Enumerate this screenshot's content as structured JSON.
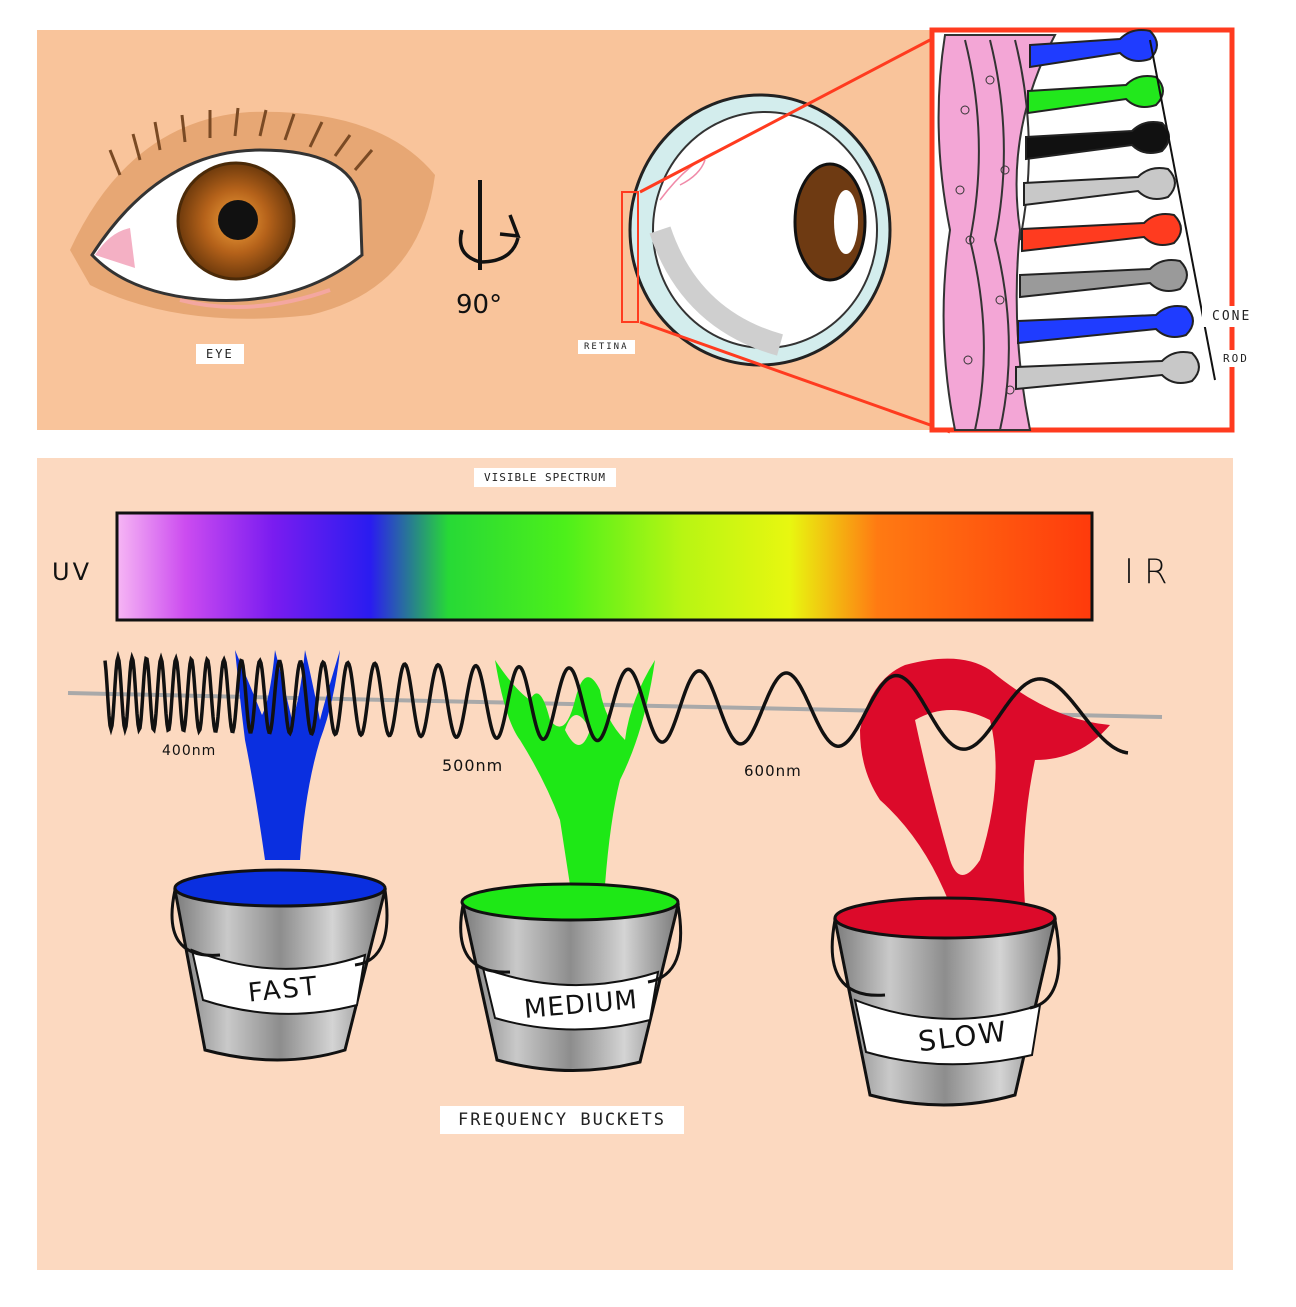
{
  "top_panel": {
    "eye_label": "EYE",
    "rotation_label": "90°",
    "retina_label": "RETINA",
    "cone_label": "CONE",
    "rod_label": "ROD",
    "colors": {
      "background": "#f9c49b",
      "zoom_frame": "#ff3b1f",
      "tissue": "#f3a6d6",
      "iris": "#8a4a12"
    },
    "photoreceptor_colors": [
      "#1f3cff",
      "#22e81c",
      "#111111",
      "#c8c8c8",
      "#ff3b1f",
      "#9a9a9a",
      "#1f3cff",
      "#c8c8c8"
    ]
  },
  "bottom_panel": {
    "spectrum_title": "VISIBLE SPECTRUM",
    "uv_label": "UV",
    "ir_label": "IR",
    "wavelength_labels": [
      "400nm",
      "500nm",
      "600nm"
    ],
    "buckets": [
      {
        "label": "FAST",
        "paint_color": "#0a2fe0"
      },
      {
        "label": "MEDIUM",
        "paint_color": "#1ee816"
      },
      {
        "label": "SLOW",
        "paint_color": "#dc0a2a"
      }
    ],
    "footer_label": "FREQUENCY BUCKETS",
    "colors": {
      "background": "#fcd9c0"
    }
  }
}
